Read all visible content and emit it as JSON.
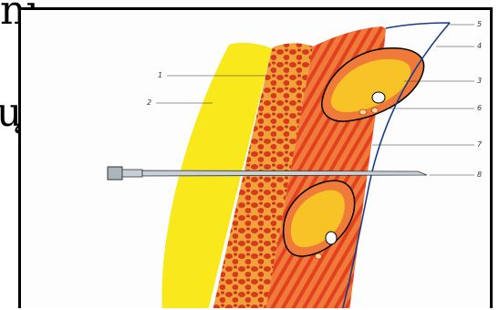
{
  "fragments": {
    "top": "ni",
    "middle": "ų"
  },
  "labels": [
    {
      "id": "1",
      "text": "1"
    },
    {
      "id": "2",
      "text": "2"
    },
    {
      "id": "3",
      "text": "3"
    },
    {
      "id": "4",
      "text": "4"
    },
    {
      "id": "5",
      "text": "5"
    },
    {
      "id": "6",
      "text": "6"
    },
    {
      "id": "7",
      "text": "7"
    },
    {
      "id": "8",
      "text": "8"
    }
  ],
  "colors": {
    "fat": "#f8e81c",
    "bone": "#e2401f",
    "muscle": "#e8552a",
    "nerve-core": "#f7c326",
    "pleura": "#1a3a8a",
    "needle": "#b9c4cc"
  }
}
